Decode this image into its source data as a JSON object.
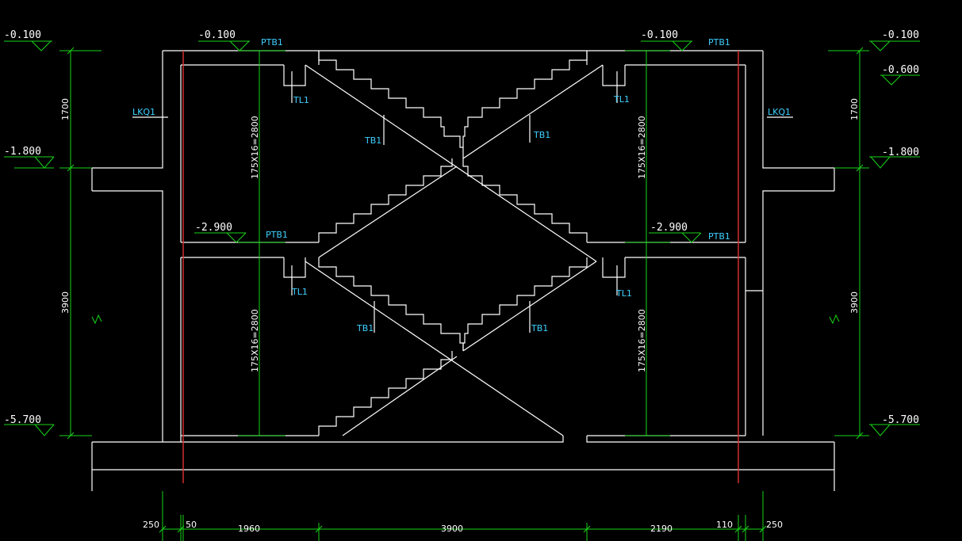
{
  "elevations": {
    "e_neg0100": "-0.100",
    "e_neg0600": "-0.600",
    "e_neg1800": "-1.800",
    "e_neg2900": "-2.900",
    "e_neg5700": "-5.700"
  },
  "labels": {
    "platform_beam": "PTB1",
    "stair_beam": "TL1",
    "stair_flight": "TB1",
    "column": "LKQ1",
    "flight_height": "175X16=2800"
  },
  "vertical_dims": {
    "upper": "1700",
    "lower": "3900"
  },
  "horizontal_dims": [
    "250",
    "50",
    "1960",
    "3900",
    "2190",
    "110",
    "250"
  ],
  "colors": {
    "background": "#000000",
    "line": "#ffffff",
    "dimension": "#19d419",
    "annotation": "#3fd0ff",
    "axis": "#e03030"
  }
}
